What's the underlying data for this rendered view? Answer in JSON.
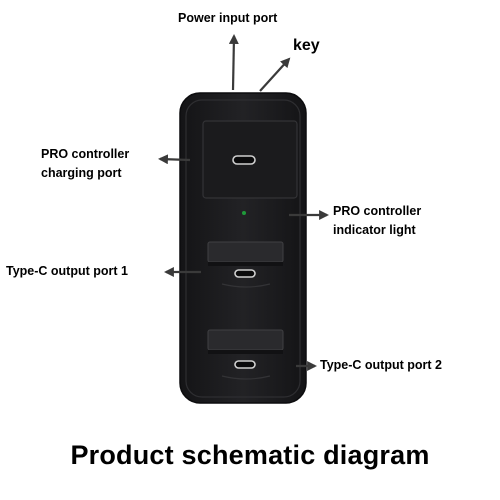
{
  "labels": {
    "power_input": "Power input port",
    "key": "key",
    "pro_charging": "PRO controller\ncharging port",
    "pro_indicator": "PRO controller\nindicator light",
    "typec_1": "Type-C output port 1",
    "typec_2": "Type-C output port 2"
  },
  "caption": "Product schematic diagram",
  "colors": {
    "device_body": "#1c1c1e",
    "device_bezel": "#2c2c2e",
    "arrow": "#333333",
    "indicator_led": "#1f9a3a",
    "text": "#000000"
  }
}
